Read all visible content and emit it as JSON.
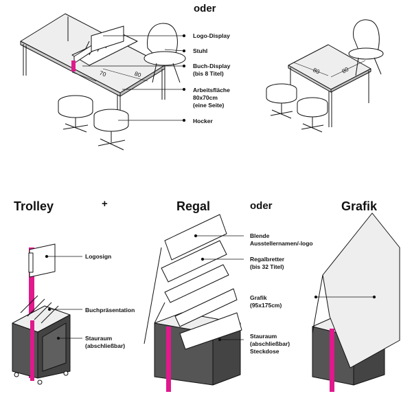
{
  "top": {
    "oder": "oder",
    "labels": {
      "logo_display": "Logo-Display",
      "stuhl": "Stuhl",
      "buch_display": "Buch-Display",
      "buch_display_sub": "(bis 8 Titel)",
      "arbeitsflaeche": "Arbeitsfläche",
      "arbeitsflaeche_size": "80x70cm",
      "arbeitsflaeche_sub": "(eine Seite)",
      "hocker": "Hocker"
    },
    "dims": {
      "d70": "70",
      "d80": "80",
      "r80a": "80",
      "r80b": "80"
    }
  },
  "bottom": {
    "titles": {
      "trolley": "Trolley",
      "plus": "+",
      "regal": "Regal",
      "oder": "oder",
      "grafik": "Grafik"
    },
    "trolley_labels": {
      "logosign": "Logosign",
      "buchpraesentation": "Buchpräsentation",
      "stauraum": "Stauraum",
      "stauraum_sub": "(abschließbar)"
    },
    "regal_labels": {
      "blende": "Blende",
      "blende_sub": "Ausstellernamen/-logo",
      "regalbretter": "Regalbretter",
      "regalbretter_sub": "(bis 32 Titel)",
      "grafik": "Grafik",
      "grafik_size": "(95x175cm)",
      "stauraum": "Stauraum",
      "stauraum_sub": "(abschließbar)",
      "steckdose": "Steckdose"
    }
  },
  "colors": {
    "accent": "#e0198c",
    "ink": "#111111",
    "surface": "#eeeeee",
    "cabinet": "#555555"
  }
}
